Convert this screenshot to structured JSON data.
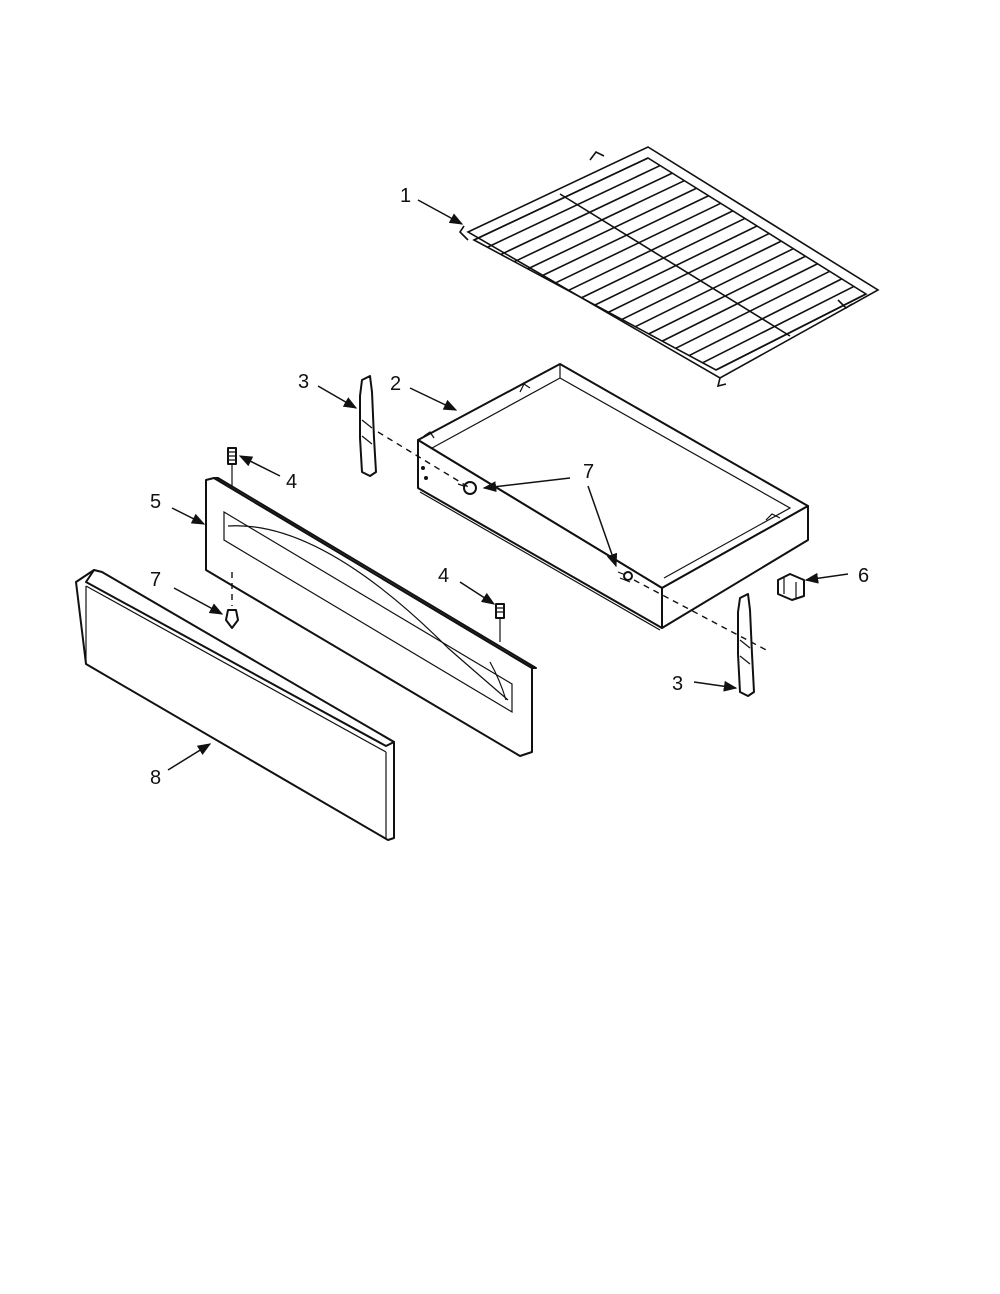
{
  "callouts": {
    "c1": "1",
    "c2": "2",
    "c3a": "3",
    "c3b": "3",
    "c4a": "4",
    "c4b": "4",
    "c5": "5",
    "c6": "6",
    "c7a": "7",
    "c7b": "7",
    "c8": "8"
  },
  "colors": {
    "line": "#111111",
    "background": "#ffffff"
  }
}
